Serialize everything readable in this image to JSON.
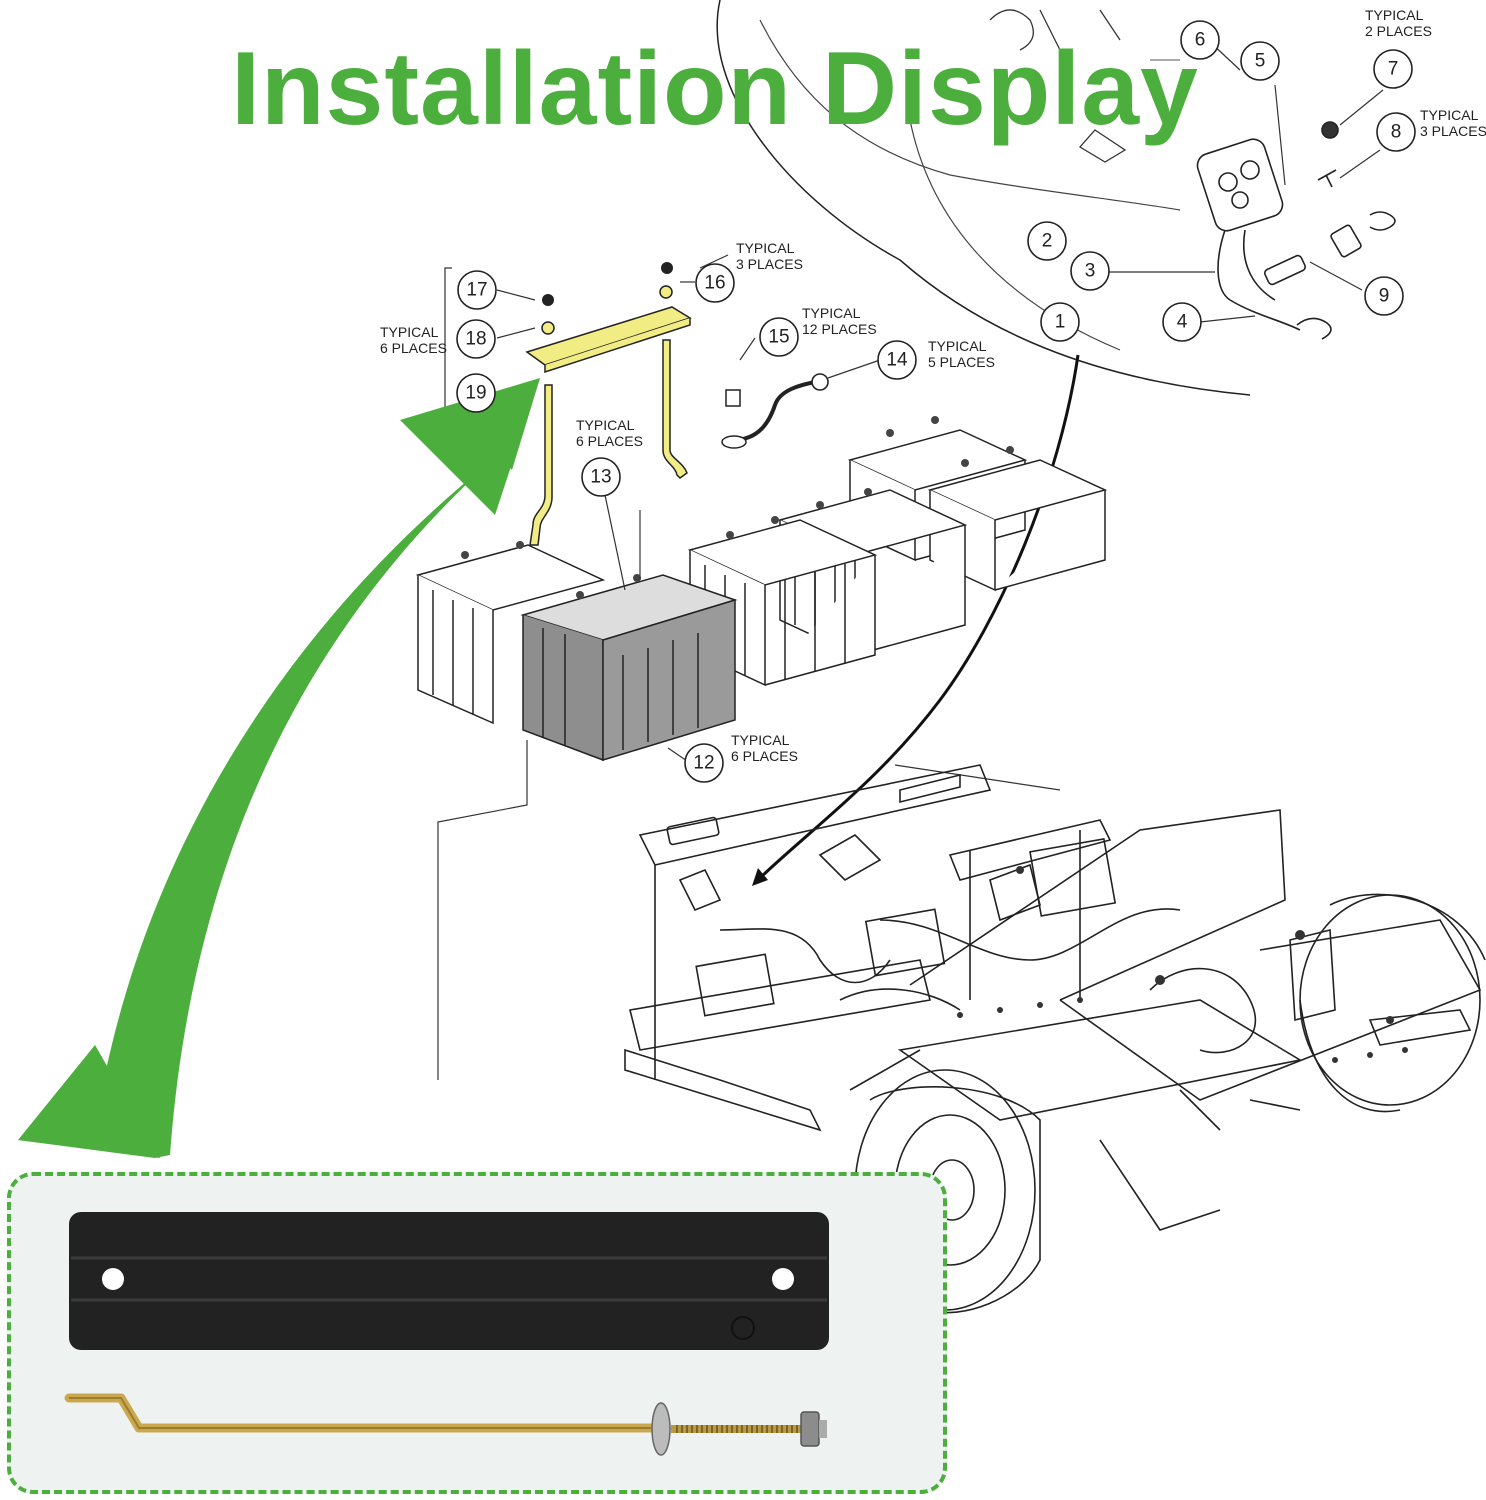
{
  "title": "Installation Display",
  "colors": {
    "accent_green": "#4caf3d",
    "highlight_yellow": "#f2ec85",
    "line_art": "#222222",
    "plate_black": "#222222",
    "rod_brass": "#c9a850"
  },
  "callouts": [
    {
      "id": "c1",
      "number": "1"
    },
    {
      "id": "c2",
      "number": "2"
    },
    {
      "id": "c3",
      "number": "3"
    },
    {
      "id": "c4",
      "number": "4"
    },
    {
      "id": "c5",
      "number": "5"
    },
    {
      "id": "c6",
      "number": "6"
    },
    {
      "id": "c7",
      "number": "7"
    },
    {
      "id": "c8",
      "number": "8"
    },
    {
      "id": "c9",
      "number": "9"
    },
    {
      "id": "c12",
      "number": "12"
    },
    {
      "id": "c13",
      "number": "13"
    },
    {
      "id": "c14",
      "number": "14"
    },
    {
      "id": "c15",
      "number": "15"
    },
    {
      "id": "c16",
      "number": "16"
    },
    {
      "id": "c17",
      "number": "17"
    },
    {
      "id": "c18",
      "number": "18"
    },
    {
      "id": "c19",
      "number": "19"
    }
  ],
  "labels": {
    "typ_2_places": [
      "TYPICAL",
      "2 PLACES"
    ],
    "typ_3_places_top": [
      "TYPICAL",
      "3 PLACES"
    ],
    "typ_3_places_mid": [
      "TYPICAL",
      "3 PLACES"
    ],
    "typ_12_places": [
      "TYPICAL",
      "12 PLACES"
    ],
    "typ_5_places": [
      "TYPICAL",
      "5 PLACES"
    ],
    "typ_6_places_left": [
      "TYPICAL",
      "6 PLACES"
    ],
    "typ_6_places_rod": [
      "TYPICAL",
      "6 PLACES"
    ],
    "typ_6_places_battery": [
      "TYPICAL",
      "6 PLACES"
    ]
  },
  "icons": {
    "arrow": "curved-arrow-icon",
    "plate": "hold-down-plate-icon",
    "rod": "j-bolt-rod-icon"
  }
}
